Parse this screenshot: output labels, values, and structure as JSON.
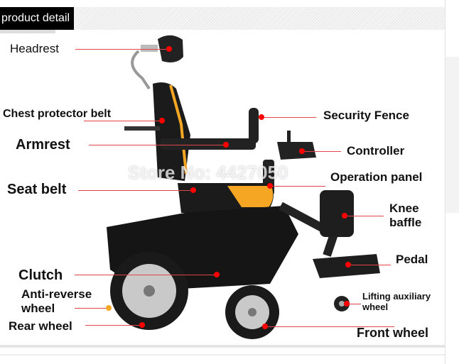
{
  "header": {
    "title": "product detail"
  },
  "watermark": "Store No: 4427050",
  "labels": {
    "headrest": "Headrest",
    "chest_belt": "Chest protector belt",
    "armrest": "Armrest",
    "seat_belt": "Seat belt",
    "clutch": "Clutch",
    "anti_reverse_1": "Anti-reverse",
    "anti_reverse_2": "wheel",
    "rear_wheel": "Rear wheel",
    "security_fence": "Security Fence",
    "controller": "Controller",
    "operation_panel": "Operation panel",
    "knee_1": "Knee",
    "knee_2": "baffle",
    "pedal": "Pedal",
    "lifting_1": "Lifting auxiliary",
    "lifting_2": "wheel",
    "front_wheel": "Front wheel"
  },
  "colors": {
    "accent": "#e0454b",
    "dot": "#ff0000",
    "seat_accent": "#f5a623"
  }
}
